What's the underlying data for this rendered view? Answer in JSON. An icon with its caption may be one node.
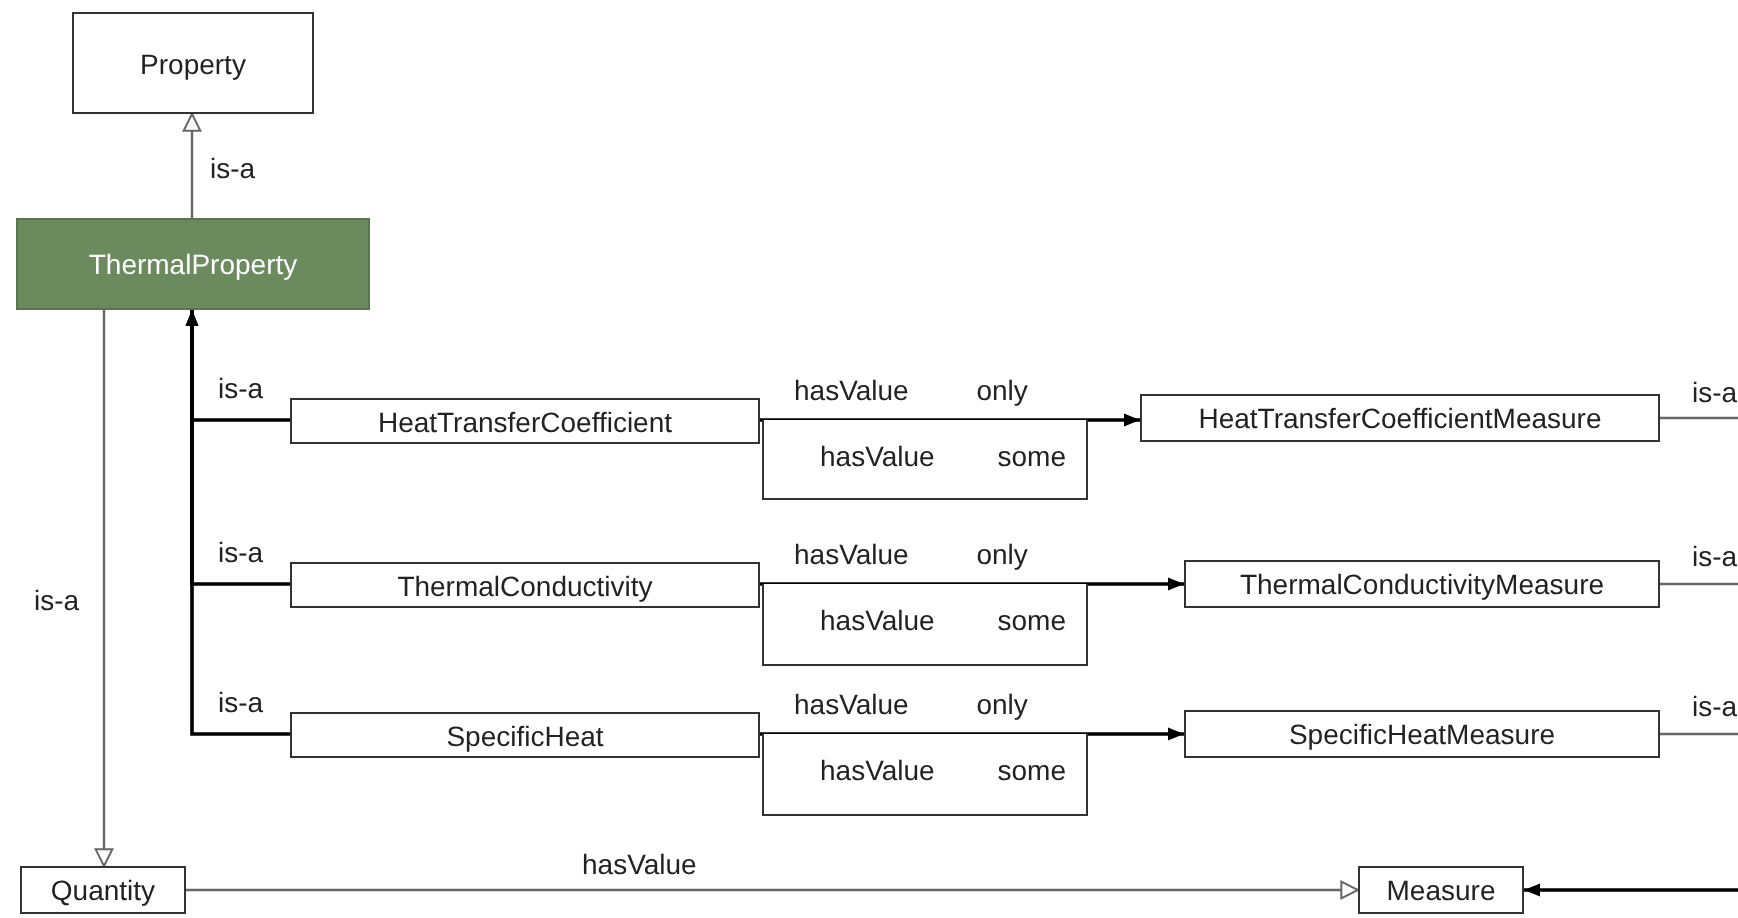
{
  "diagram": {
    "nodes": [
      {
        "text": [
          "Property"
        ]
      },
      {
        "text": [
          "ThermalProperty"
        ]
      },
      {
        "text": [
          "HeatTransferCoefficient"
        ]
      },
      {
        "text": [
          "HeatTransferCoefficientMeasure"
        ]
      },
      {
        "text": [
          "hasValue",
          "some"
        ]
      },
      {
        "text": [
          "ThermalConductivity"
        ]
      },
      {
        "text": [
          "ThermalConductivityMeasure"
        ]
      },
      {
        "text": [
          "hasValue",
          "some"
        ]
      },
      {
        "text": [
          "SpecificHeat"
        ]
      },
      {
        "text": [
          "SpecificHeatMeasure"
        ]
      },
      {
        "text": [
          "hasValue",
          "some"
        ]
      },
      {
        "text": [
          "Quantity"
        ]
      },
      {
        "text": [
          "Measure"
        ]
      }
    ],
    "edges": [
      {
        "from": 1,
        "to": 0,
        "arrow": "to",
        "label": "is-a",
        "color": "#666666"
      },
      {
        "from": 2,
        "to": 1,
        "arrow": "to",
        "label": "is-a"
      },
      {
        "from": 5,
        "to": 1,
        "arrow": "to",
        "label": "is-a"
      },
      {
        "from": 8,
        "to": 1,
        "arrow": "to",
        "label": "is-a"
      },
      {
        "from": 2,
        "to": 3,
        "arrow": "to",
        "label": "hasValue only"
      },
      {
        "from": 5,
        "to": 6,
        "arrow": "to",
        "label": "hasValue only"
      },
      {
        "from": 8,
        "to": 9,
        "arrow": "to",
        "label": "hasValue only"
      },
      {
        "from": 3,
        "to": null,
        "arrow": "none",
        "label": "is-a",
        "color": "#666666"
      },
      {
        "from": 6,
        "to": null,
        "arrow": "none",
        "label": "is-a",
        "color": "#666666"
      },
      {
        "from": 9,
        "to": null,
        "arrow": "none",
        "label": "is-a",
        "color": "#666666"
      },
      {
        "from": 1,
        "to": 11,
        "arrow": "to",
        "label": "is-a",
        "color": "#666666"
      },
      {
        "from": 11,
        "to": 12,
        "arrow": "to",
        "label": "hasValue",
        "color": "#666666"
      },
      {
        "from": null,
        "to": 12,
        "arrow": "to"
      }
    ]
  }
}
